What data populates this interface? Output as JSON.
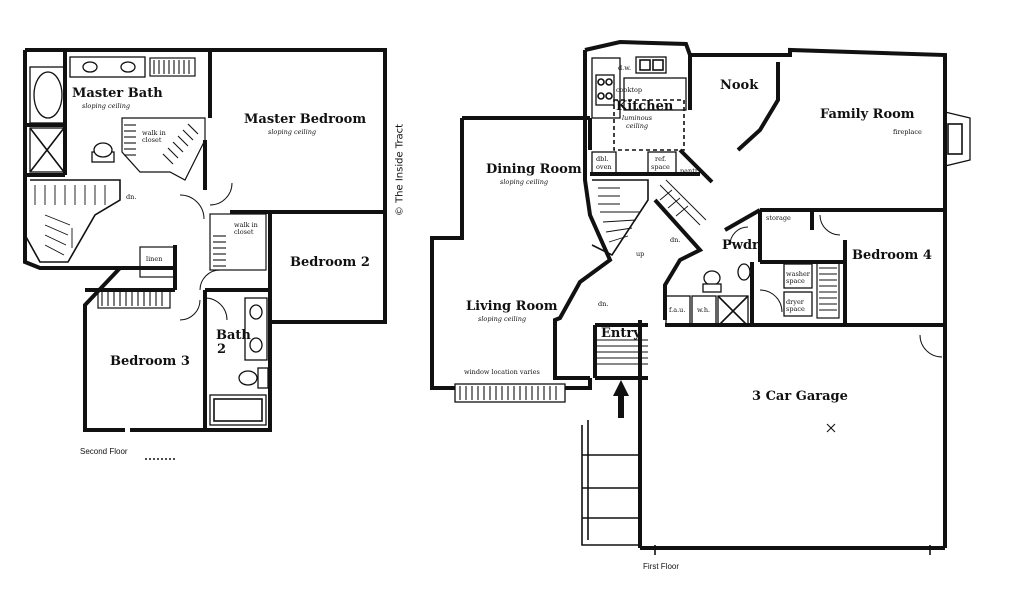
{
  "floor_plan": {
    "credit": "© The Inside Tract",
    "second_floor": {
      "caption": "Second Floor",
      "rooms": {
        "master_bath": "Master Bath",
        "master_bath_note": "sloping ceiling",
        "master_bedroom": "Master Bedroom",
        "master_bedroom_note": "sloping ceiling",
        "walk_in_closet_1": "walk in closet",
        "walk_in_closet_2": "walk in closet",
        "linen": "linen",
        "bedroom2": "Bedroom 2",
        "bedroom3": "Bedroom 3",
        "bath2_a": "Bath",
        "bath2_b": "2",
        "stair_dn": "dn."
      }
    },
    "first_floor": {
      "caption": "First Floor",
      "rooms": {
        "kitchen": "Kitchen",
        "kitchen_note_1": "luminous",
        "kitchen_note_2": "ceiling",
        "dw": "d.w.",
        "cooktop": "cooktop",
        "nook": "Nook",
        "family_room": "Family Room",
        "fireplace": "fireplace",
        "dining_room": "Dining Room",
        "dining_note": "sloping ceiling",
        "dbl_oven_1": "dbl.",
        "dbl_oven_2": "oven",
        "ref_space_1": "ref.",
        "ref_space_2": "space",
        "pantry": "pantry",
        "storage": "storage",
        "powder": "Pwdr.",
        "bedroom4": "Bedroom 4",
        "washer": "washer space",
        "dryer": "dryer space",
        "living_room": "Living Room",
        "living_note": "sloping ceiling",
        "window_note": "window location varies",
        "entry": "Entry",
        "fau": "f.a.u.",
        "wh": "w.h.",
        "garage": "3 Car Garage",
        "stair_up": "up",
        "stair_dn1": "dn.",
        "stair_dn2": "dn."
      }
    }
  }
}
